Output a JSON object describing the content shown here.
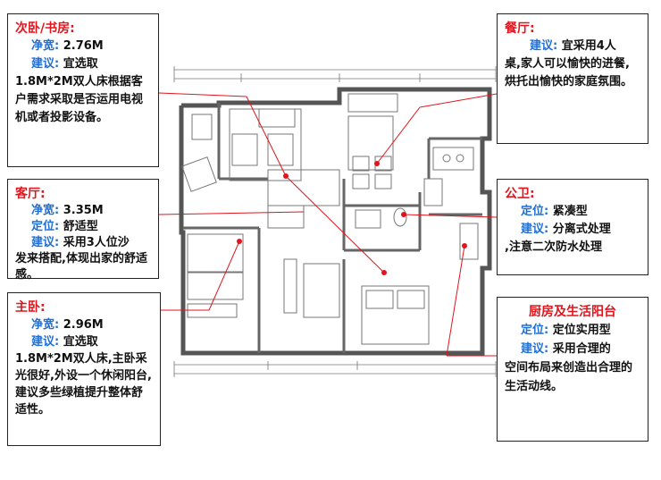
{
  "colors": {
    "title_red": "#e0151d",
    "key_blue": "#1f6fd6",
    "leader_red": "#e0151d",
    "wall": "#555555"
  },
  "rooms": {
    "secondary_bedroom": {
      "title": "次卧/书房:",
      "net_key": "净宽:",
      "net_val": "2.76M",
      "suggest_key": "建议:",
      "suggest_val": "宜选取",
      "suggest_text": "1.8M*2M双人床根据客户需求采取是否运用电视机或者投影设备。"
    },
    "living_room": {
      "title": "客厅:",
      "net_key": "净宽:",
      "net_val": "3.35M",
      "pos_key": "定位:",
      "pos_val": "舒适型",
      "suggest_key": "建议:",
      "suggest_val": "采用3人位沙",
      "suggest_text": "发来搭配,体现出家的舒适感。"
    },
    "master_bedroom": {
      "title": "主卧:",
      "net_key": "净宽:",
      "net_val": "2.96M",
      "suggest_key": "建议:",
      "suggest_val": "宜选取",
      "suggest_text": "1.8M*2M双人床,主卧采光很好,外设一个休闲阳台,建议多些绿植提升整体舒适性。"
    },
    "dining_room": {
      "title": "餐厅:",
      "suggest_key": "建议:",
      "suggest_val": "宜采用4人",
      "suggest_text": "桌,家人可以愉快的进餐,烘托出愉快的家庭氛围。"
    },
    "bathroom": {
      "title": "公卫:",
      "pos_key": "定位:",
      "pos_val": "紧凑型",
      "suggest_key": "建议:",
      "suggest_val": "分离式处理",
      "suggest_text": ",注意二次防水处理"
    },
    "kitchen": {
      "title": "厨房及生活阳台",
      "pos_key": "定位:",
      "pos_val": "定位实用型",
      "suggest_key": "建议:",
      "suggest_val": "采用合理的",
      "suggest_text": "空间布局来创造出合理的生活动线。"
    }
  }
}
